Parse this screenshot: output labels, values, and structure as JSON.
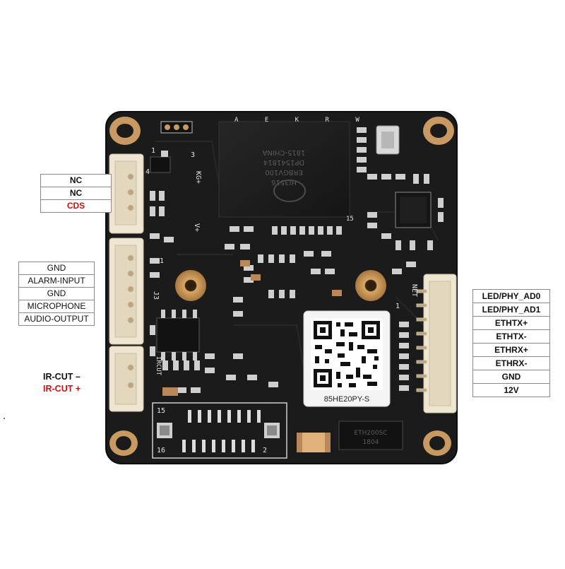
{
  "board": {
    "silkscreen": {
      "top_letters": "A E K R W",
      "kg_plus": "KG+",
      "v_plus": "V+",
      "num_1_top_left": "1",
      "num_3": "3",
      "num_4": "4",
      "j3": "J3",
      "num_1_mid": "1",
      "net": "NET",
      "num_1_net": "1",
      "num_15": "15",
      "num_16": "16",
      "num_2": "2",
      "num_15_chip": "15",
      "ircut": "IRCUT"
    },
    "main_chip": {
      "line1": "HI3516",
      "line2": "ERBGV100",
      "line3": "DP1541814",
      "line4": "1815-CHINA"
    },
    "qr_label": "85HE20PY-S",
    "bottom_chip": "ETH200SC",
    "bottom_chip_code": "1804"
  },
  "left_top_pins": [
    {
      "label": "NC",
      "color": "#111111"
    },
    {
      "label": "NC",
      "color": "#111111"
    },
    {
      "label": "CDS",
      "color": "#d01010"
    }
  ],
  "left_mid_pins": [
    {
      "label": "GND"
    },
    {
      "label": "ALARM-INPUT"
    },
    {
      "label": "GND"
    },
    {
      "label": "MICROPHONE"
    },
    {
      "label": "AUDIO-OUTPUT"
    }
  ],
  "left_bottom_pins": [
    {
      "label": "IR-CUT –",
      "color": "#111111"
    },
    {
      "label": "IR-CUT +",
      "color": "#d01010"
    }
  ],
  "right_pins": [
    {
      "label": "LED/PHY_AD0"
    },
    {
      "label": "LED/PHY_AD1"
    },
    {
      "label": "ETHTX+"
    },
    {
      "label": "ETHTX-"
    },
    {
      "label": "ETHRX+"
    },
    {
      "label": "ETHRX-"
    },
    {
      "label": "GND"
    },
    {
      "label": "12V"
    }
  ],
  "colors": {
    "pcb": "#1b1b1b",
    "pcb_edge": "#101010",
    "copper": "#c89a62",
    "connector": "#efe6d2",
    "red_label": "#d01010"
  }
}
